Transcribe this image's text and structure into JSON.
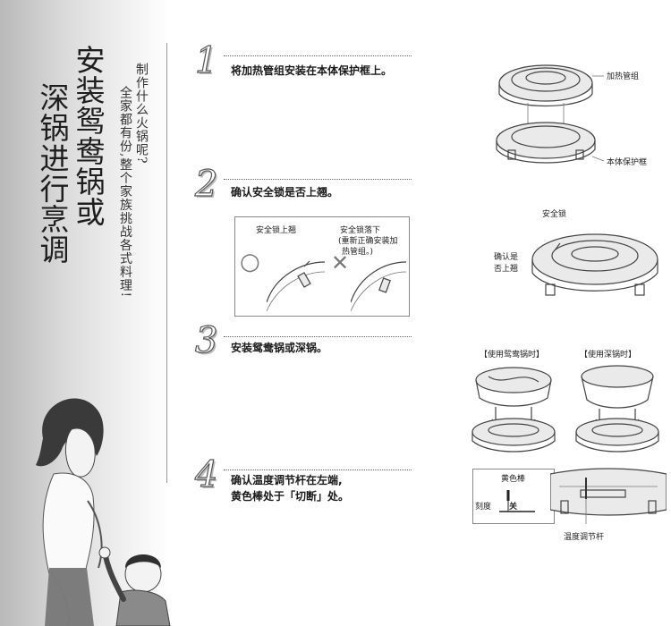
{
  "title": {
    "col1": "安装鸳鸯锅或",
    "col2": "深锅进行烹调"
  },
  "subtitle": {
    "col1": "制作什么火锅呢?",
    "col2": "全家都有份,整个家族挑战各式料理!"
  },
  "steps": [
    {
      "num": "1",
      "text": "将加热管组安装在本体保护框上。",
      "callouts": {
        "heater": "加热管组",
        "frame": "本体保护框"
      }
    },
    {
      "num": "2",
      "text": "确认安全锁是否上翘。",
      "callouts": {
        "lock_up": "安全锁上翘",
        "lock_down_1": "安全锁落下",
        "lock_down_2": "(重新正确安装加",
        "lock_down_3": "热管组。)",
        "safety_lock": "安全锁",
        "confirm_1": "确认是",
        "confirm_2": "否上翘"
      },
      "marks": {
        "ok": "○",
        "ng": "✕"
      }
    },
    {
      "num": "3",
      "text": "安装鸳鸯锅或深锅。",
      "callouts": {
        "yuanyang": "【使用鸳鸯锅时】",
        "deep": "【使用深锅时】"
      }
    },
    {
      "num": "4",
      "text_line1": "确认温度调节杆在左端,",
      "text_line2": "黄色棒处于「切断」处。",
      "callouts": {
        "yellow_bar": "黄色棒",
        "scale": "刻度",
        "off": "关",
        "lever": "温度调节杆"
      }
    }
  ]
}
